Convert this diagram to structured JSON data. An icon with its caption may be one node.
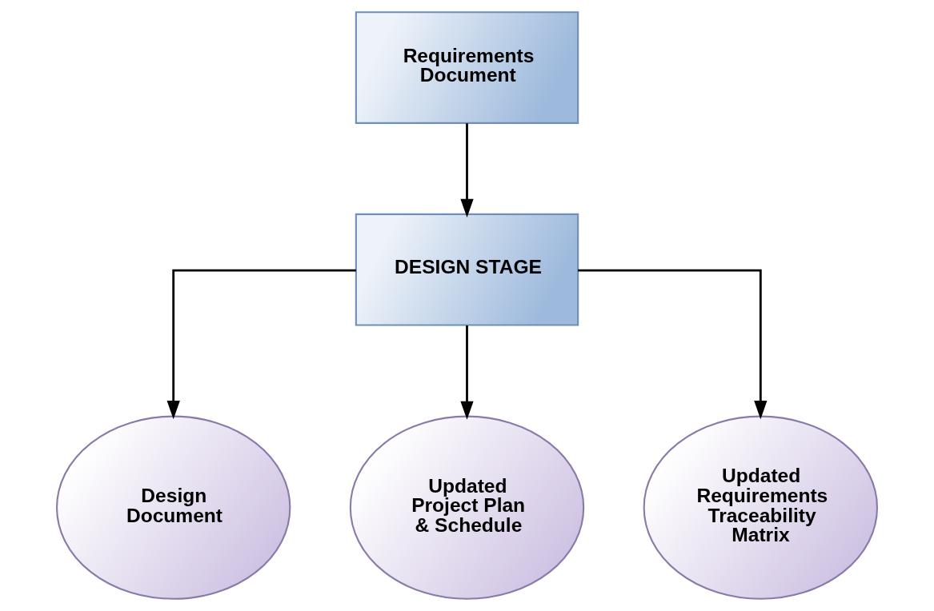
{
  "diagram": {
    "nodes": [
      {
        "text": [
          "Requirements Document"
        ]
      },
      {
        "text": [
          "DESIGN STAGE"
        ]
      },
      {
        "text": [
          "Design Document"
        ]
      },
      {
        "text": [
          "Updated Project Plan & Schedule"
        ]
      },
      {
        "text": [
          "Updated Requirements Traceability Matrix"
        ]
      }
    ],
    "edges": [
      {
        "from": 0,
        "to": 1,
        "arrow": "to"
      },
      {
        "from": 1,
        "to": 2,
        "arrow": "to"
      },
      {
        "from": 1,
        "to": 3,
        "arrow": "to"
      },
      {
        "from": 1,
        "to": 4,
        "arrow": "to"
      }
    ]
  }
}
